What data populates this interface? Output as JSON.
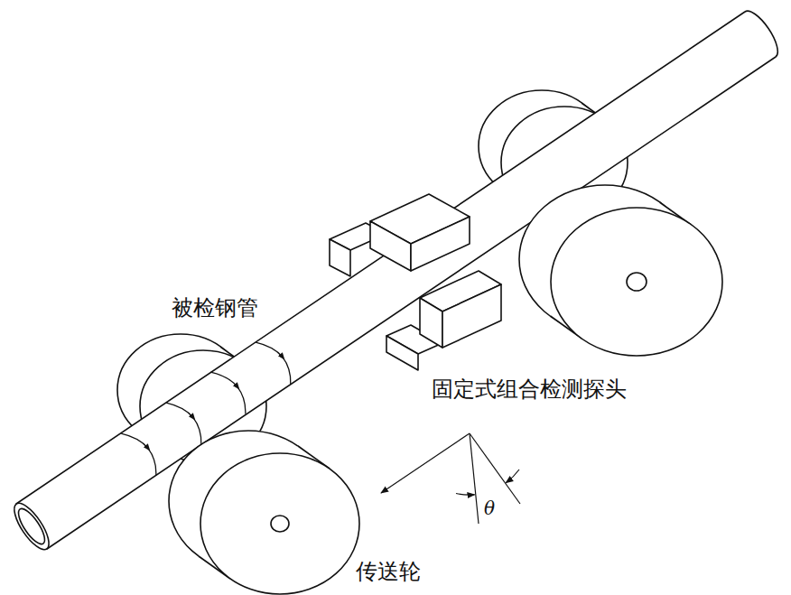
{
  "diagram": {
    "labels": [
      "被检钢管",
      "固定式组合检测探头",
      "传送轮",
      "θ"
    ]
  }
}
